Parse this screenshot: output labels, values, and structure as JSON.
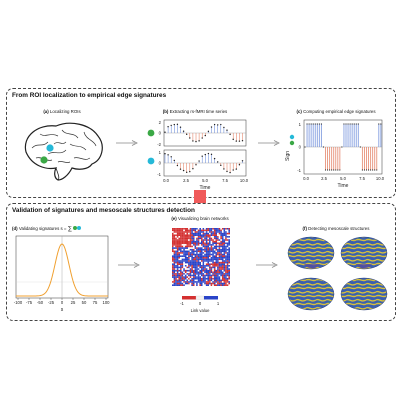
{
  "top_section": {
    "title": "From ROI localization to empirical edge signatures",
    "panel_a": {
      "letter": "(a)",
      "caption": "Localizing ROIs"
    },
    "panel_b": {
      "letter": "(b)",
      "caption": "Extracting rs-fMRI time series",
      "xlabel": "Time",
      "x_ticks": [
        "0.0",
        "2.5",
        "5.0",
        "7.5",
        "10.0"
      ],
      "y_ticks_top": [
        "2",
        "0",
        "-2"
      ],
      "y_ticks_bottom": [
        "1",
        "0",
        "-1"
      ]
    },
    "panel_c": {
      "letter": "(c)",
      "caption": "Computing empirical edge signatures",
      "xlabel": "Time",
      "ylabel": "Sign",
      "x_ticks": [
        "0.0",
        "2.5",
        "5.0",
        "7.5",
        "10.0"
      ],
      "y_ticks": [
        "1",
        "0",
        "-1"
      ]
    }
  },
  "bottom_section": {
    "title": "Validation of signatures and mesoscale structures detection",
    "panel_d": {
      "letter": "(d)",
      "caption": "Validating signatures s =",
      "xlabel": "s",
      "x_ticks": [
        "-100",
        "-75",
        "-50",
        "-25",
        "0",
        "25",
        "50",
        "75",
        "100"
      ]
    },
    "panel_e": {
      "letter": "(e)",
      "caption": "Visualizing brain networks",
      "colorbar_ticks": [
        "-1",
        "0",
        "1"
      ],
      "colorbar_label": "Link value"
    },
    "panel_f": {
      "letter": "(f)",
      "caption": "Detecting mesoscale structures"
    }
  },
  "colors": {
    "roi_green": "#3aa845",
    "roi_cyan": "#25b9d8",
    "series_blue": "#5b7fd6",
    "series_red": "#e07050",
    "big_arrow": "#f05a5a",
    "gauss": "#f0a030",
    "matrix_red": "#d43030",
    "matrix_blue": "#2a44c8",
    "brain_yellow": "#d8c03a",
    "brain_blue": "#3a5fb0"
  }
}
